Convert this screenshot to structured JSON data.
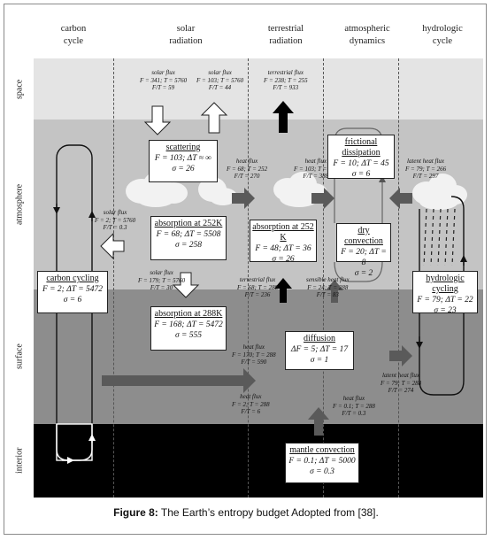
{
  "columns": [
    "carbon\ncycle",
    "solar\nradiation",
    "terrestrial\nradiation",
    "atmospheric\ndynamics",
    "hydrologic\ncycle"
  ],
  "rows": {
    "space": "space",
    "atmosphere": "atmosphere",
    "surface": "surface",
    "interior": "interior"
  },
  "boxes": {
    "scattering": {
      "title": "scattering",
      "line1": "F = 103; ΔT ≈ ∞",
      "line2": "σ = 26"
    },
    "absorption252_solar": {
      "title": "absorption at 252K",
      "line1": "F = 68; ΔT = 5508",
      "line2": "σ = 258"
    },
    "absorption288": {
      "title": "absorption at 288K",
      "line1": "F = 168; ΔT = 5472",
      "line2": "σ = 555"
    },
    "absorption252_terr": {
      "title": "absorption at 252 K",
      "line1": "F = 48; ΔT = 36",
      "line2": "σ = 26"
    },
    "frictional": {
      "title": "frictional dissipation",
      "line1": "F = 10; ΔT = 45",
      "line2": "σ = 6"
    },
    "dry_convection": {
      "title": "dry convection",
      "line1": "F = 20; ΔT = 8",
      "line2": "σ = 2"
    },
    "carbon_cycling": {
      "title": "carbon cycling",
      "line1": "F = 2; ΔT = 5472",
      "line2": "σ = 6"
    },
    "hydrologic_cycling": {
      "title": "hydrologic cycling",
      "line1": "F = 79; ΔT = 22",
      "line2": "σ = 23"
    },
    "diffusion": {
      "title": "diffusion",
      "line1": "ΔF = 5; ΔT = 17",
      "line2": "σ = 1"
    },
    "mantle": {
      "title": "mantle convection",
      "line1": "F = 0.1; ΔT = 5000",
      "line2": "σ = 0.3"
    }
  },
  "fluxes": {
    "solar_in": {
      "name": "solar flux",
      "a": "F = 341; T = 5760",
      "b": "F/T = 59"
    },
    "solar_out": {
      "name": "solar flux",
      "a": "F = 103; T = 5760",
      "b": "F/T = 44"
    },
    "terr_out": {
      "name": "terrestrial flux",
      "a": "F = 238; T = 255",
      "b": "F/T = 933"
    },
    "heat_atm1": {
      "name": "heat flux",
      "a": "F = 68; T = 252",
      "b": "F/T = 270"
    },
    "heat_atm2": {
      "name": "heat flux",
      "a": "F = 103; T = 265",
      "b": "F/T = 388"
    },
    "latent_atm": {
      "name": "latent heat flux",
      "a": "F = 79; T = 266",
      "b": "F/T = 297"
    },
    "solar_carbon": {
      "name": "solar flux",
      "a": "F = 2; T = 5760",
      "b": "F/T = 0.3"
    },
    "solar_mid": {
      "name": "solar flux",
      "a": "F = 179; T = 5760",
      "b": "F/T = 30"
    },
    "terr_mid": {
      "name": "terrestrial flux",
      "a": "F = 68; T = 288",
      "b": "F/T = 236"
    },
    "sensible": {
      "name": "sensible heat flux",
      "a": "F = 24; T = 288",
      "b": "F/T = 83"
    },
    "heat_surf": {
      "name": "heat flux",
      "a": "F = 170; T = 288",
      "b": "F/T = 590"
    },
    "latent_surf": {
      "name": "latent heat flux",
      "a": "F = 79; T = 288",
      "b": "F/T = 274"
    },
    "heat_int_left": {
      "name": "heat flux",
      "a": "F = 2; T = 288",
      "b": "F/T = 6"
    },
    "heat_int_right": {
      "name": "heat flux",
      "a": "F = 0.1; T = 288",
      "b": "F/T = 0.3"
    }
  },
  "caption": {
    "label": "Figure 8:",
    "text": " The Earth’s entropy budget Adopted from [38]."
  }
}
